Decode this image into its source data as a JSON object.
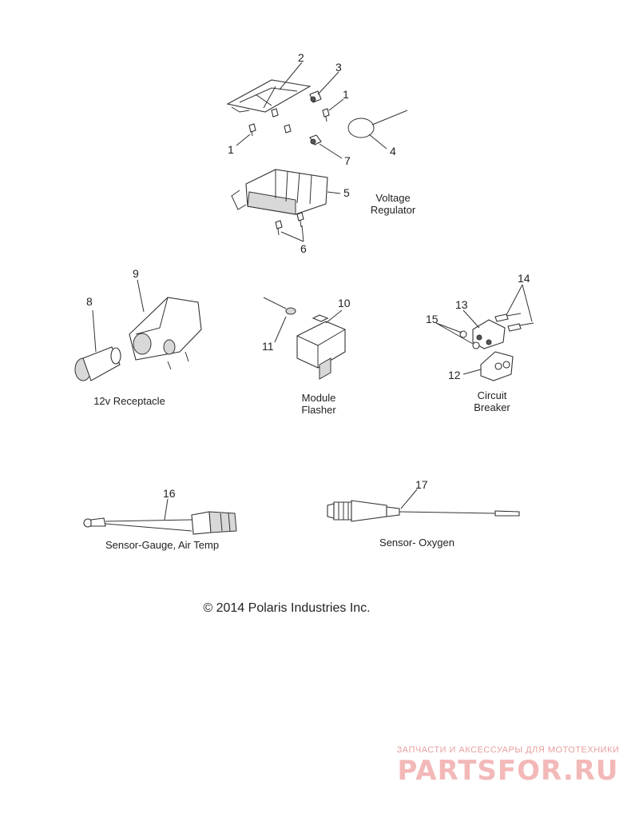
{
  "labels": {
    "voltage_regulator_line1": "Voltage",
    "voltage_regulator_line2": "Regulator",
    "receptacle": "12v Receptacle",
    "module_flasher_line1": "Module",
    "module_flasher_line2": "Flasher",
    "circuit_breaker_line1": "Circuit",
    "circuit_breaker_line2": "Breaker",
    "sensor_gauge": "Sensor-Gauge, Air Temp",
    "sensor_oxygen": "Sensor- Oxygen"
  },
  "callouts": {
    "c1a": "1",
    "c1b": "1",
    "c2": "2",
    "c3": "3",
    "c4": "4",
    "c5": "5",
    "c6": "6",
    "c7": "7",
    "c8": "8",
    "c9": "9",
    "c10": "10",
    "c11": "11",
    "c12": "12",
    "c13": "13",
    "c14": "14",
    "c15": "15",
    "c16": "16",
    "c17": "17"
  },
  "copyright": "© 2014 Polaris Industries Inc.",
  "watermark": {
    "tagline": "ЗАПЧАСТИ И АКСЕССУАРЫ ДЛЯ МОТОТЕХНИКИ",
    "logo": "PARTSFOR.RU"
  }
}
